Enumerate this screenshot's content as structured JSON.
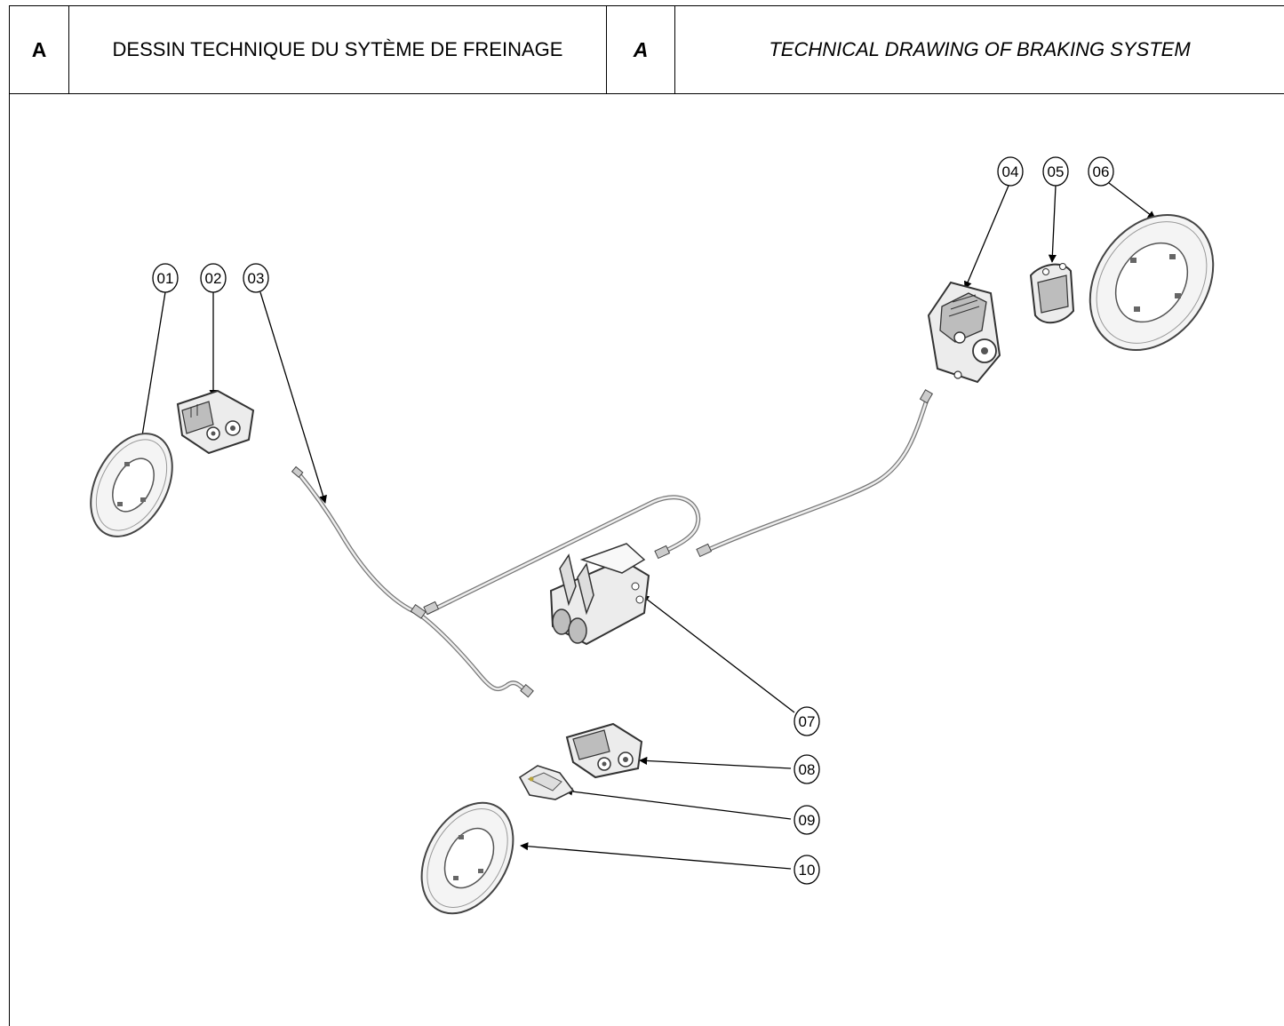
{
  "header": {
    "letter_fr": "A",
    "title_fr": "DESSIN TECHNIQUE DU SYTÈME DE FREINAGE",
    "letter_en": "A",
    "title_en": "TECHNICAL DRAWING OF BRAKING SYSTEM"
  },
  "callouts": [
    "01",
    "02",
    "03",
    "04",
    "05",
    "06",
    "07",
    "08",
    "09",
    "10"
  ],
  "colors": {
    "line": "#000000",
    "part_stroke": "#3a3a3a",
    "part_fill": "#f2f2f2",
    "part_shade": "#bdbdbd"
  }
}
